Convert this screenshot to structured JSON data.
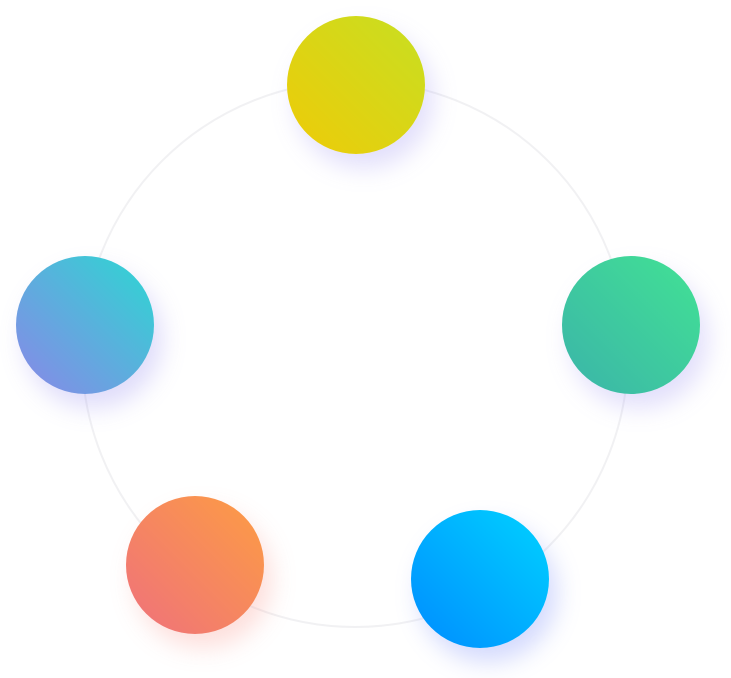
{
  "nodes": [
    {
      "id": "top",
      "from": "#eecb08",
      "to": "#c7df22",
      "shadow": "rgba(150,140,240,0.28)"
    },
    {
      "id": "right",
      "from": "#3bb4a9",
      "to": "#42e294",
      "shadow": "rgba(150,140,240,0.28)"
    },
    {
      "id": "bottom-right",
      "from": "#008cff",
      "to": "#00d2ff",
      "shadow": "rgba(120,140,250,0.32)"
    },
    {
      "id": "bottom-left",
      "from": "#ef717c",
      "to": "#fd9d43",
      "shadow": "rgba(250,150,140,0.30)"
    },
    {
      "id": "left",
      "from": "#8b86e8",
      "to": "#2bd8d2",
      "shadow": "rgba(150,140,240,0.30)"
    }
  ],
  "ring_color": "#f1f1f3"
}
